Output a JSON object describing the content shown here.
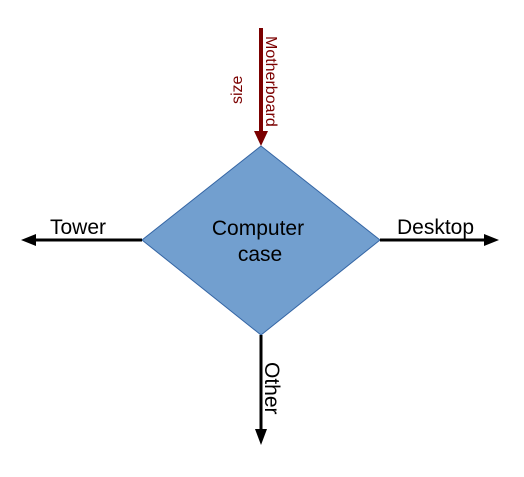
{
  "diagram": {
    "center": {
      "line1": "Computer",
      "line2": "case"
    },
    "input_arrow": {
      "line1": "Motherboard",
      "line2": "size"
    },
    "outputs": {
      "left": "Tower",
      "right": "Desktop",
      "bottom": "Other"
    }
  },
  "colors": {
    "diamond_fill": "#729fcf",
    "diamond_stroke": "#3465a4",
    "input_arrow": "#7b0000",
    "output_arrows": "#000000"
  }
}
